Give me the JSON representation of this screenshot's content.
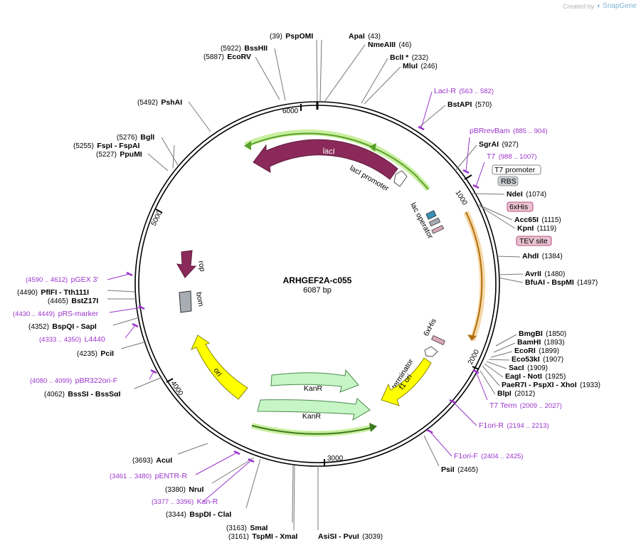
{
  "brand": {
    "created_by": "Created by",
    "product": "SnapGene"
  },
  "plasmid": {
    "name": "ARHGEF2A-c055",
    "size_label": "6087 bp",
    "length": 6087
  },
  "ticks": [
    "1000",
    "2000",
    "3000",
    "4000",
    "5000",
    "6000"
  ],
  "sites": [
    {
      "name": "PspOMI",
      "pos": "(39)"
    },
    {
      "name": "ApaI",
      "pos": "(43)"
    },
    {
      "name": "NmeAIII",
      "pos": "(46)"
    },
    {
      "name": "BclI *",
      "pos": "(232)"
    },
    {
      "name": "MluI",
      "pos": "(246)"
    },
    {
      "name": "BstAPI",
      "pos": "(570)"
    },
    {
      "name": "SgrAI",
      "pos": "(927)"
    },
    {
      "name": "NdeI",
      "pos": "(1074)"
    },
    {
      "name": "Acc65I",
      "pos": "(1115)"
    },
    {
      "name": "KpnI",
      "pos": "(1119)"
    },
    {
      "name": "AhdI",
      "pos": "(1384)"
    },
    {
      "name": "AvrII",
      "pos": "(1480)"
    },
    {
      "name": "BfuAI - BspMI",
      "pos": "(1497)"
    },
    {
      "name": "BmgBI",
      "pos": "(1850)"
    },
    {
      "name": "BamHI",
      "pos": "(1893)"
    },
    {
      "name": "EcoRI",
      "pos": "(1899)"
    },
    {
      "name": "Eco53kI",
      "pos": "(1907)"
    },
    {
      "name": "SacI",
      "pos": "(1909)"
    },
    {
      "name": "EagI - NotI",
      "pos": "(1925)"
    },
    {
      "name": "PaeR7I - PspXI - XhoI",
      "pos": "(1933)"
    },
    {
      "name": "BlpI",
      "pos": "(2012)"
    },
    {
      "name": "PsiI",
      "pos": "(2465)"
    },
    {
      "name": "AsiSI - PvuI",
      "pos": "(3039)"
    },
    {
      "name": "TspMI - XmaI",
      "pos": "(3161)"
    },
    {
      "name": "SmaI",
      "pos": "(3163)"
    },
    {
      "name": "BspDI - ClaI",
      "pos": "(3344)"
    },
    {
      "name": "NruI",
      "pos": "(3380)"
    },
    {
      "name": "AcuI",
      "pos": "(3693)"
    },
    {
      "name": "BssSI - BssSαI",
      "pos": "(4062)"
    },
    {
      "name": "PciI",
      "pos": "(4235)"
    },
    {
      "name": "BspQI - SapI",
      "pos": "(4352)"
    },
    {
      "name": "BstZ17I",
      "pos": "(4465)"
    },
    {
      "name": "PflFI - Tth111I",
      "pos": "(4490)"
    },
    {
      "name": "PpuMI",
      "pos": "(5227)"
    },
    {
      "name": "FspI - FspAI",
      "pos": "(5255)"
    },
    {
      "name": "BglI",
      "pos": "(5276)"
    },
    {
      "name": "PshAI",
      "pos": "(5492)"
    },
    {
      "name": "EcoRV",
      "pos": "(5887)"
    },
    {
      "name": "BssHII",
      "pos": "(5922)"
    }
  ],
  "primers": [
    {
      "name": "LacI-R",
      "pos": "(563 .. 582)"
    },
    {
      "name": "pBRrevBam",
      "pos": "(885 .. 904)"
    },
    {
      "name": "T7",
      "pos": "(988 .. 1007)"
    },
    {
      "name": "T7 Term",
      "pos": "(2009 .. 2027)"
    },
    {
      "name": "F1ori-R",
      "pos": "(2194 .. 2213)"
    },
    {
      "name": "F1ori-F",
      "pos": "(2404 .. 2425)"
    },
    {
      "name": "Kan-R",
      "pos": "(3377 .. 3396)"
    },
    {
      "name": "pENTR-R",
      "pos": "(3461 .. 3480)"
    },
    {
      "name": "pBR322ori-F",
      "pos": "(4080 .. 4099)"
    },
    {
      "name": "L4440",
      "pos": "(4333 .. 4350)"
    },
    {
      "name": "pRS-marker",
      "pos": "(4430 .. 4449)"
    },
    {
      "name": "pGEX 3'",
      "pos": "(4590 .. 4612)"
    }
  ],
  "boxed_features": [
    {
      "name": "T7 promoter"
    },
    {
      "name": "RBS"
    },
    {
      "name": "6xHis"
    },
    {
      "name": "TEV site"
    }
  ],
  "features": {
    "lacI": "lacI",
    "lacI_promoter": "lacI promoter",
    "lac_operator": "lac operator",
    "rop": "rop",
    "bom": "bom",
    "ori": "ori",
    "kanR1": "KanR",
    "kanR2": "KanR",
    "f1_ori": "f1 ori",
    "t7_terminator": "T7 terminator",
    "his_tag": "6xHis"
  },
  "colors": {
    "lacI": "#8b2a5a",
    "green_arrow": "#5aa02c",
    "green_glow": "#c9ef9f",
    "kanR": "#c6f5c6",
    "ori": "#ffff00",
    "bom": "#a8adb3",
    "orange": "#f0a830",
    "primer": "#9a33cc",
    "his": "#dca9b9"
  }
}
